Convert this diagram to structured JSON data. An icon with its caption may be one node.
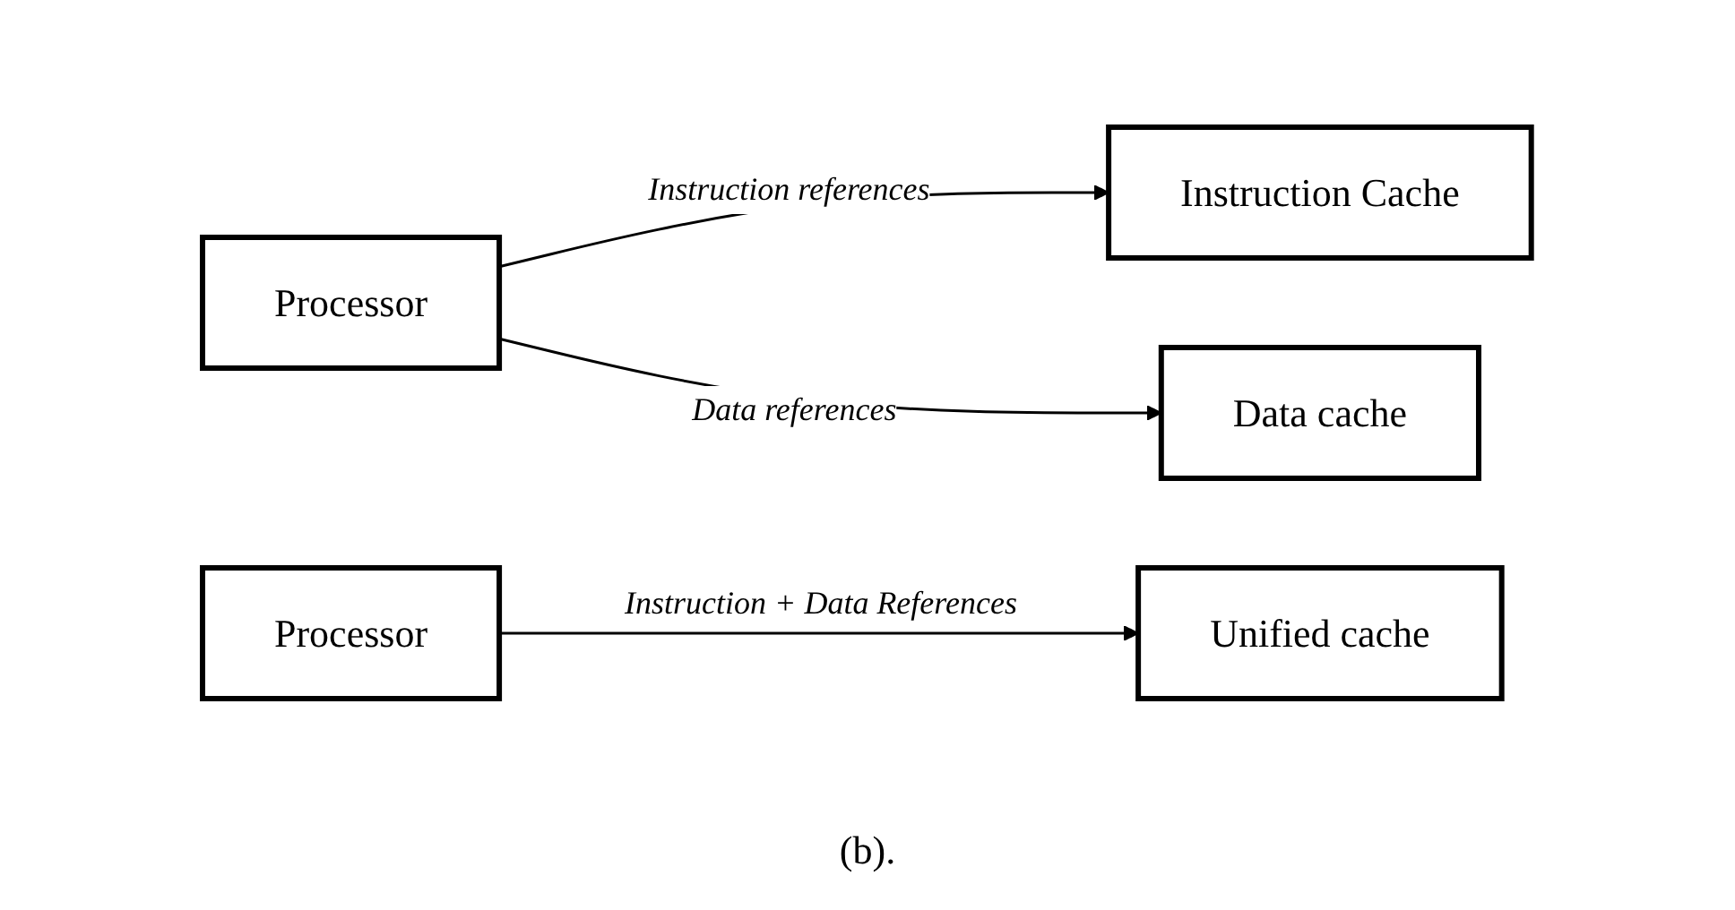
{
  "diagram": {
    "caption": "(b).",
    "nodes": [
      {
        "text": [
          "Processor"
        ]
      },
      {
        "text": [
          "Instruction Cache"
        ]
      },
      {
        "text": [
          "Data cache"
        ]
      },
      {
        "text": [
          "Processor"
        ]
      },
      {
        "text": [
          "Unified cache"
        ]
      }
    ],
    "edges": [
      {
        "from": 0,
        "to": 1,
        "arrow": "to",
        "label": "Instruction references"
      },
      {
        "from": 0,
        "to": 2,
        "arrow": "to",
        "label": "Data references"
      },
      {
        "from": 3,
        "to": 4,
        "arrow": "to",
        "label": "Instruction + Data References"
      }
    ]
  }
}
